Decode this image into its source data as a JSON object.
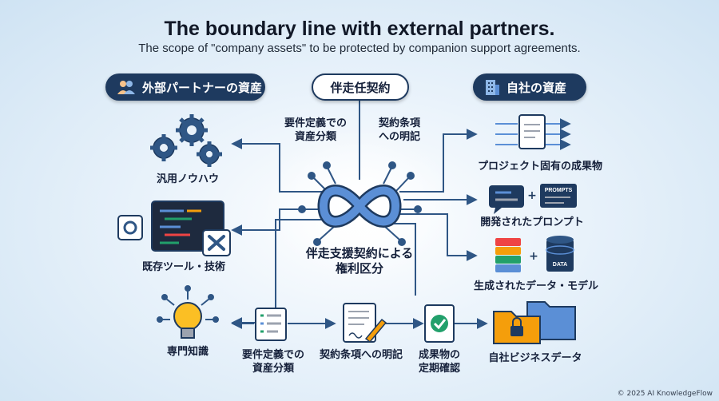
{
  "header": {
    "title": "The boundary line with external partners.",
    "subtitle": "The scope of \"company assets\" to be protected by companion support agreements."
  },
  "pills": {
    "left": "外部パートナーの資産",
    "center": "伴走任契約",
    "right": "自社の資産"
  },
  "top_labels": {
    "left": "要件定義での\n資産分類",
    "right": "契約条項\nへの明記"
  },
  "center_label": "伴走支援契約による\n権利区分",
  "left_items": [
    "汎用ノウハウ",
    "既存ツール・技術",
    "専門知識"
  ],
  "right_items": [
    "プロジェクト固有の成果物",
    "開発されたプロンプト",
    "生成されたデータ・モデル",
    "自社ビジネスデータ"
  ],
  "bottom_steps": [
    "要件定義での\n資産分類",
    "契約条項への明記",
    "成果物の\n定期確認"
  ],
  "icon_text": {
    "prompts": "PROMPTS",
    "data": "DATA",
    "plus": "+"
  },
  "footer": "© 2025 AI KnowledgeFlow",
  "colors": {
    "navy": "#1e3a5f",
    "line": "#2f5685",
    "accent": "#5b8fd6",
    "green": "#22a06b"
  }
}
